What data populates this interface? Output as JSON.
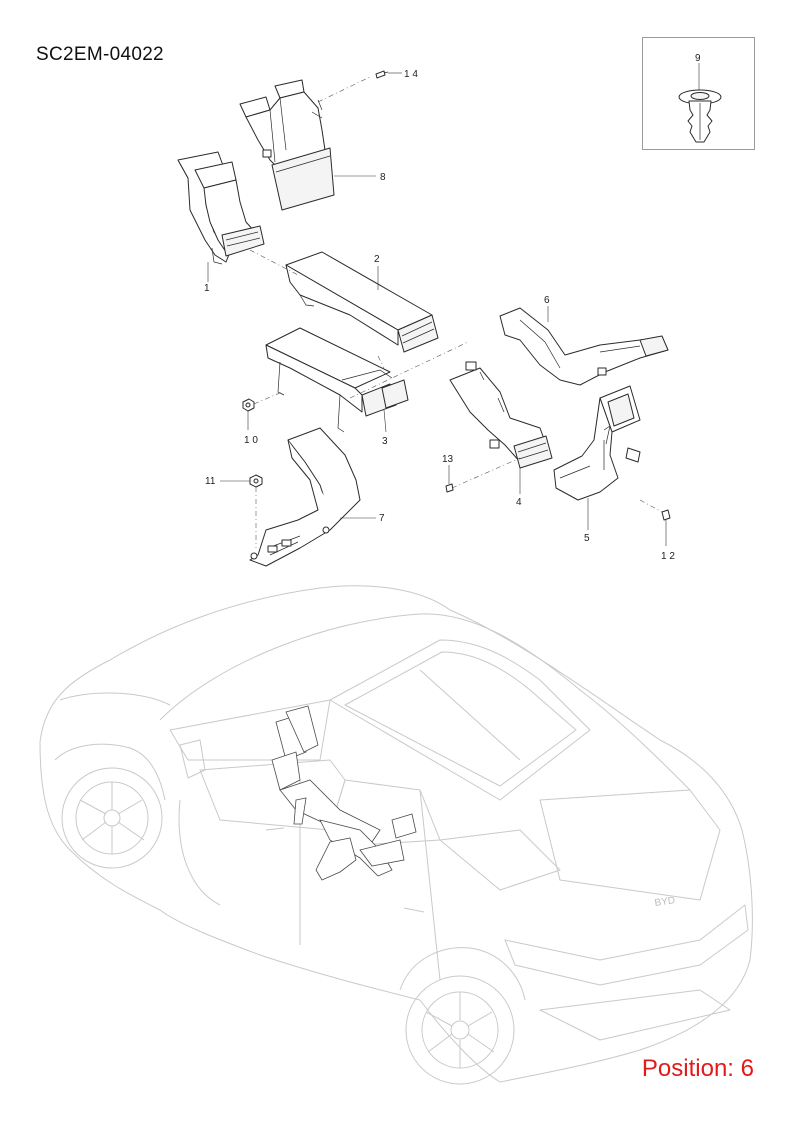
{
  "diagram_code": "SC2EM-04022",
  "position_label": "Position: 6",
  "callouts": {
    "c1": "1",
    "c2": "2",
    "c3": "3",
    "c4": "4",
    "c5": "5",
    "c6": "6",
    "c7": "7",
    "c8": "8",
    "c9": "9",
    "c10": "1 0",
    "c11": "11",
    "c12": "1 2",
    "c13": "13",
    "c14": "1 4"
  },
  "badge_text": "BYD",
  "colors": {
    "position_text": "#e21a1a",
    "line_art": "#2b2b2b",
    "car_outline": "#c9c9c9"
  }
}
